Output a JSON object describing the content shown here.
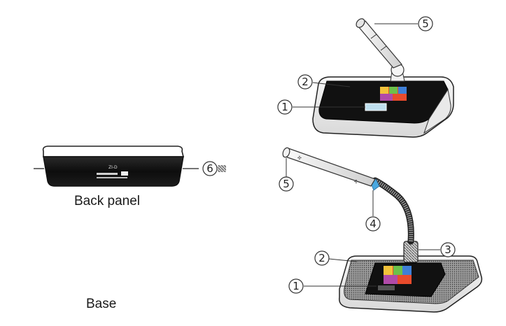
{
  "captions": {
    "back_panel": "Back panel",
    "base": "Base"
  },
  "back_panel_unit": {
    "model_mark": "ZI-D"
  },
  "callouts": {
    "back_connector": "6",
    "top_unit_1": "1",
    "top_unit_2": "2",
    "top_unit_5": "5",
    "gooseneck_unit_1": "1",
    "gooseneck_unit_2": "2",
    "gooseneck_unit_3": "3",
    "gooseneck_unit_4": "4",
    "gooseneck_unit_5": "5"
  },
  "colors": {
    "panel_body": "#111111",
    "speaker_grille": "#555555",
    "indicator_ring": "#4aa8e0",
    "label_colors": [
      "#e84b2c",
      "#f2c23a",
      "#6cc04a",
      "#3f7fd6",
      "#b04aa8"
    ]
  }
}
